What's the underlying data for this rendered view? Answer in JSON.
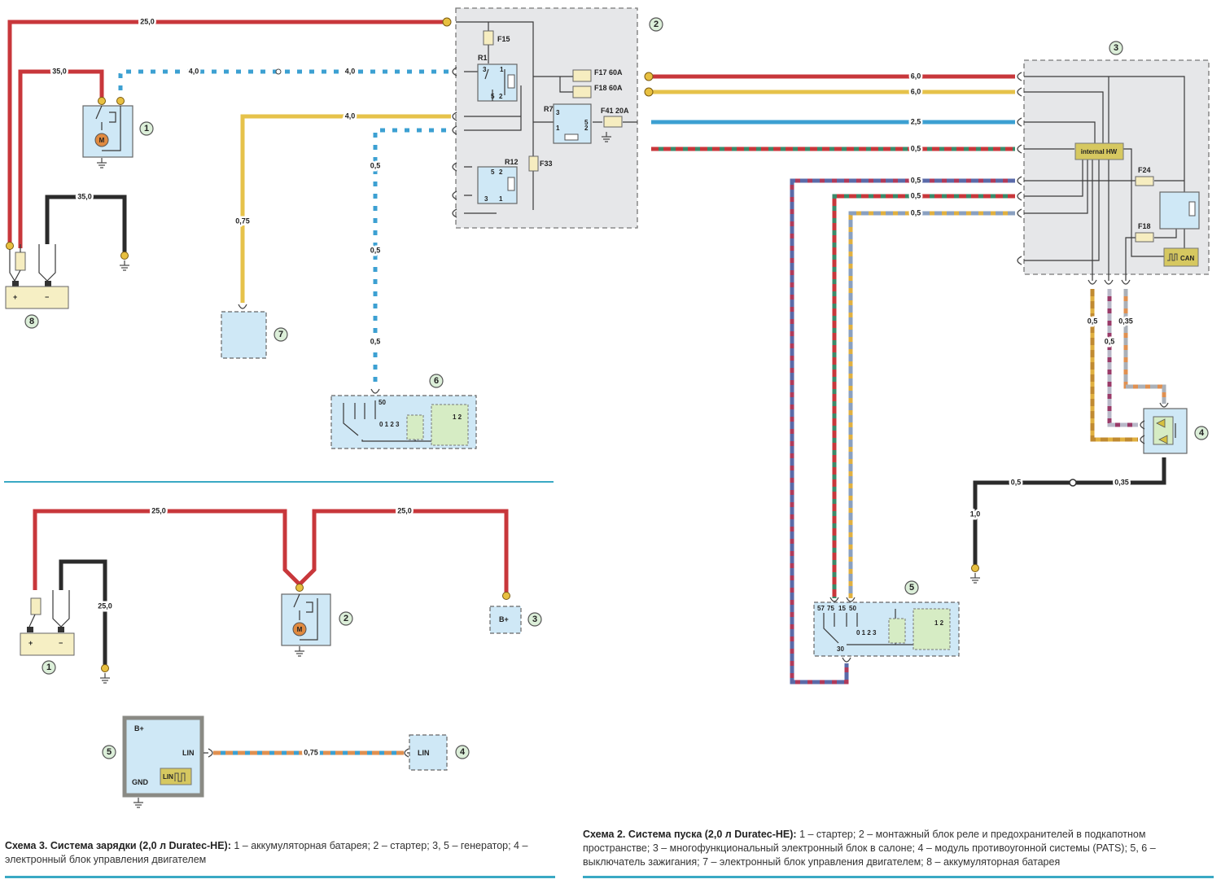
{
  "colors": {
    "red": "#c8373b",
    "yellow": "#e6c24a",
    "blue": "#3ca0d2",
    "black": "#2b2b2b",
    "green": "#3a8a6a",
    "purple": "#9a3a68",
    "orange": "#e09050",
    "accent_rule": "#3aa9c4"
  },
  "scheme2": {
    "wires": [
      "25,0",
      "35,0",
      "4,0",
      "4,0",
      "35,0",
      "4,0",
      "0,75",
      "0,5",
      "0,5",
      "0,5",
      "6,0",
      "6,0",
      "2,5",
      "0,5",
      "0,5",
      "0,5",
      "0,5",
      "0,5",
      "0,5",
      "0,35",
      "0,35",
      "0,5",
      "1,0"
    ],
    "callouts": [
      "1",
      "2",
      "3",
      "4",
      "5",
      "6",
      "7",
      "8"
    ],
    "battery": {
      "plus": "+",
      "minus": "−"
    },
    "starter_motor": "M",
    "fuse_box": {
      "F15": "F15",
      "R1": "R1",
      "F17": "F17  60A",
      "F18": "F18  60A",
      "R7": "R7",
      "F41": "F41  20A",
      "F33": "F33",
      "R12": "R12",
      "r1_pins": [
        "3",
        "1",
        "5",
        "2"
      ],
      "r7_pins": [
        "3",
        "5",
        "1",
        "2"
      ],
      "r12_pins": [
        "5",
        "2",
        "3",
        "1"
      ]
    },
    "body_module": {
      "internal": "internal HW",
      "F24": "F24",
      "F18": "F18",
      "can": "CAN"
    },
    "ignition6": {
      "pin": "50",
      "positions": "0 1 2 3",
      "contacts": "1 2"
    },
    "ignition5": {
      "pins": [
        "57",
        "75",
        "15",
        "50"
      ],
      "pin30": "30",
      "positions": "0 1 2 3",
      "contacts": "1 2"
    }
  },
  "scheme3": {
    "wires": [
      "25,0",
      "25,0",
      "25,0",
      "0,75"
    ],
    "callouts": [
      "1",
      "2",
      "3",
      "4",
      "5"
    ],
    "battery": {
      "plus": "+",
      "minus": "−"
    },
    "starter_motor": "M",
    "generator_terminal": "B+",
    "alternator": {
      "bplus": "B+",
      "lin": "LIN",
      "gnd": "GND",
      "chip": "LIN"
    },
    "ecu_lin": "LIN"
  },
  "captions": {
    "scheme3_title": "Схема 3. Система зарядки (2,0 л Duratec-HE):",
    "scheme3_text": " 1 – аккумуляторная батарея; 2 – стартер; 3, 5 – генератор; 4 – электронный блок управления двигателем",
    "scheme2_title": "Схема 2. Система пуска (2,0 л Duratec-HE):",
    "scheme2_text": " 1 – стартер; 2 – монтажный блок реле и предохранителей в подкапотном пространстве; 3 – многофункциональный электронный блок в салоне; 4 – модуль противоугонной системы (PATS); 5, 6 – выключатель зажигания; 7 – электронный блок управления двигателем; 8 – аккумуляторная батарея"
  }
}
